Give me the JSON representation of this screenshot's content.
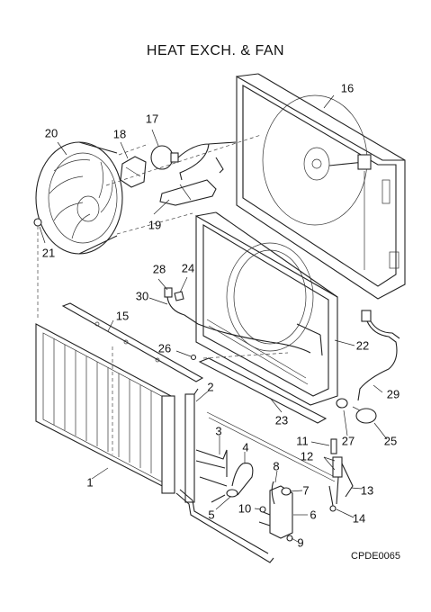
{
  "title": "HEAT EXCH. & FAN",
  "diagram_code": "CPDE0065",
  "callouts": [
    "1",
    "2",
    "3",
    "4",
    "5",
    "6",
    "7",
    "8",
    "9",
    "10",
    "11",
    "12",
    "13",
    "14",
    "15",
    "16",
    "17",
    "18",
    "19",
    "20",
    "21",
    "22",
    "23",
    "24",
    "25",
    "26",
    "27",
    "28",
    "29",
    "30"
  ]
}
